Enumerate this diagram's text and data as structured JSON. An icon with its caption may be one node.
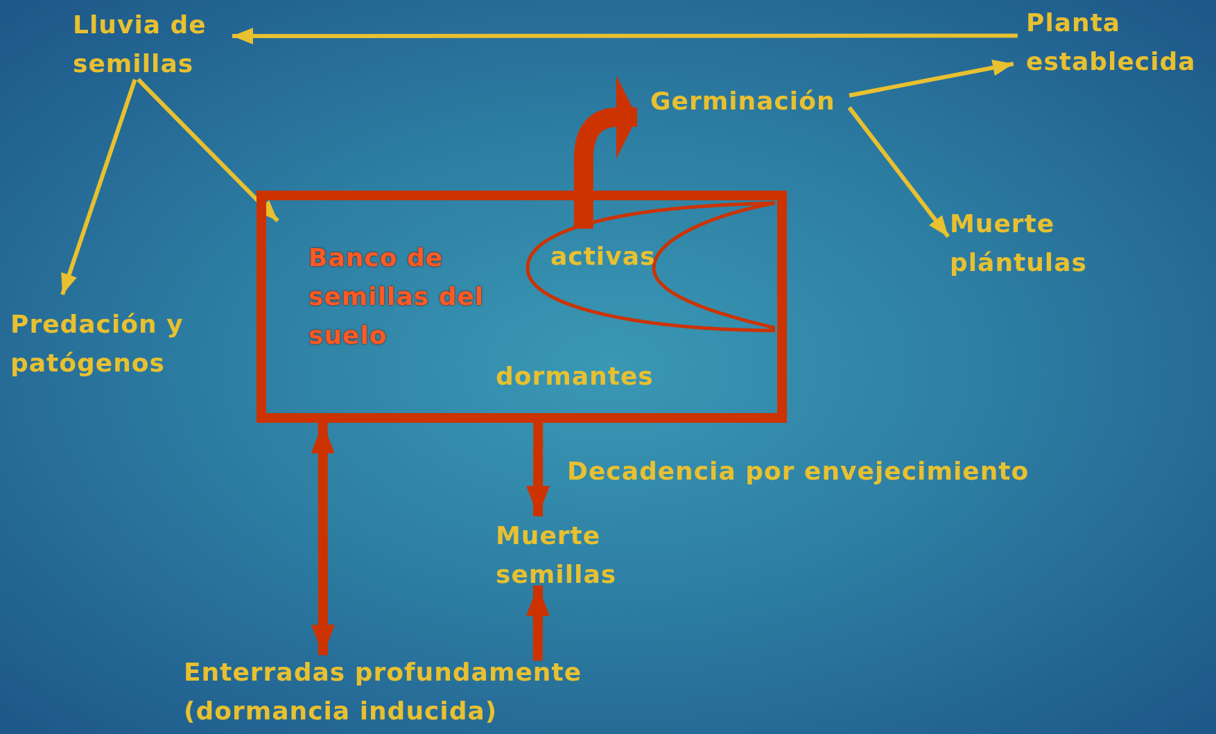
{
  "diagram": {
    "nodes": [
      {
        "text": [
          "Lluvia de semillas"
        ]
      },
      {
        "text": [
          "Planta establecida"
        ]
      },
      {
        "text": [
          "Germinación"
        ]
      },
      {
        "text": [
          "Muerte plántulas"
        ]
      },
      {
        "text": [
          "Predación y patógenos"
        ]
      },
      {
        "text": [
          "Banco de semillas del suelo",
          "dormantes"
        ]
      },
      {
        "text": [
          "activas"
        ],
        "in": 5
      },
      {
        "text": [
          "Muerte semillas"
        ]
      },
      {
        "text": [
          "Enterradas profundamente (dormancia inducida)"
        ]
      }
    ],
    "edges": [
      {
        "from": 1,
        "to": 0,
        "arrow": "to"
      },
      {
        "from": 2,
        "to": 1,
        "arrow": "to"
      },
      {
        "from": 2,
        "to": 3,
        "arrow": "to"
      },
      {
        "from": 0,
        "to": 4,
        "arrow": "to"
      },
      {
        "from": 0,
        "to": 5,
        "arrow": "to"
      },
      {
        "from": 6,
        "to": 2,
        "arrow": "to",
        "style": "thick",
        "color": "#cc3300"
      },
      {
        "from": 5,
        "to": 7,
        "arrow": "to",
        "label": "Decadencia por envejecimiento",
        "style": "thick",
        "color": "#cc3300"
      },
      {
        "from": 8,
        "to": 7,
        "arrow": "to",
        "style": "thick",
        "color": "#cc3300"
      },
      {
        "from": 5,
        "to": 8,
        "arrow": "both",
        "style": "thick",
        "color": "#cc3300"
      }
    ]
  }
}
